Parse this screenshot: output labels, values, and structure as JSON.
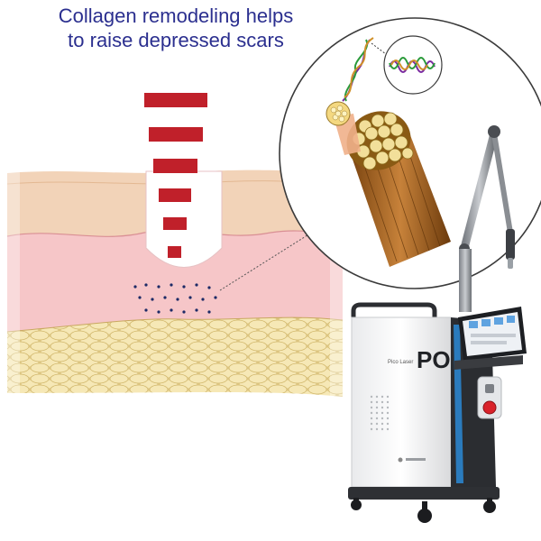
{
  "headline": {
    "line1": "Collagen remodeling helps",
    "line2": "to raise depressed scars"
  },
  "device": {
    "model_big": "PO",
    "model_small": "Pico Laser"
  },
  "colors": {
    "headline": "#2b2f8f",
    "laser_stripe": "#c0202a",
    "dermis": "#f6c6c8",
    "epidermis": "#f2d3b8",
    "fat": "#ead79a",
    "collagen_dots": "#1c2a66"
  }
}
